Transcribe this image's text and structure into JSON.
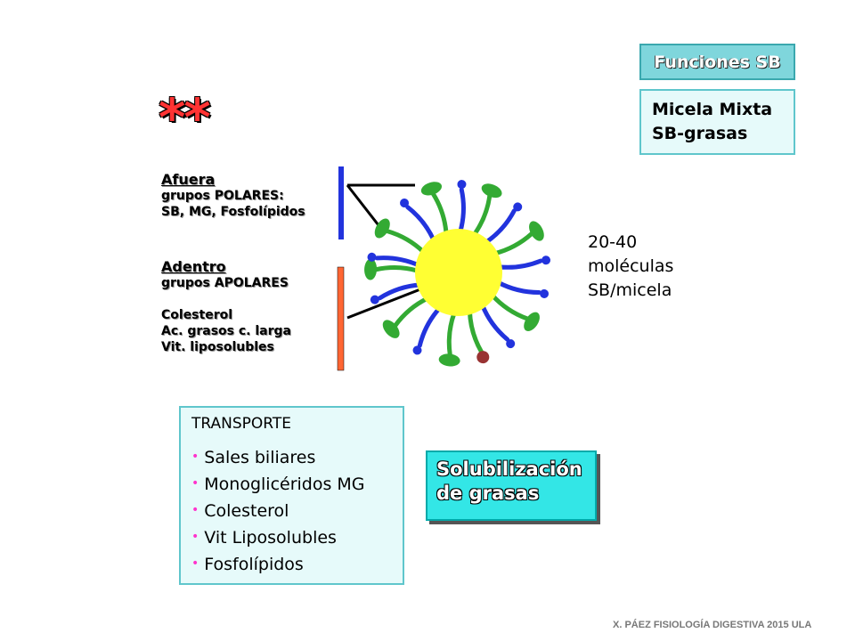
{
  "funciones_box": "Funciones SB",
  "micela_box": {
    "line1": "Micela Mixta",
    "line2": "SB-grasas"
  },
  "stars": "**",
  "afuera": {
    "title": "Afuera",
    "line1": "grupos POLARES:",
    "line2": "SB, MG, Fosfolípidos"
  },
  "adentro": {
    "title": "Adentro",
    "line1": "grupos APOLARES",
    "items": [
      "Colesterol",
      "Ac. grasos c. larga",
      "Vit. liposolubles"
    ]
  },
  "count_label": {
    "line1": "20-40",
    "line2": "moléculas",
    "line3": "SB/micela"
  },
  "transport": {
    "title": "TRANSPORTE",
    "items": [
      "Sales biliares",
      "Monoglicéridos MG",
      "Colesterol",
      "Vit Liposolubles",
      "Fosfolípidos"
    ]
  },
  "solub_box": {
    "line1": "Solubilización",
    "line2": "de grasas"
  },
  "footer": "X. PÁEZ   FISIOLOGÍA DIGESTIVA 2015 ULA",
  "colors": {
    "core": "#ffff33",
    "green": "#33aa33",
    "blue": "#2233dd",
    "dark_red": "#993333"
  }
}
